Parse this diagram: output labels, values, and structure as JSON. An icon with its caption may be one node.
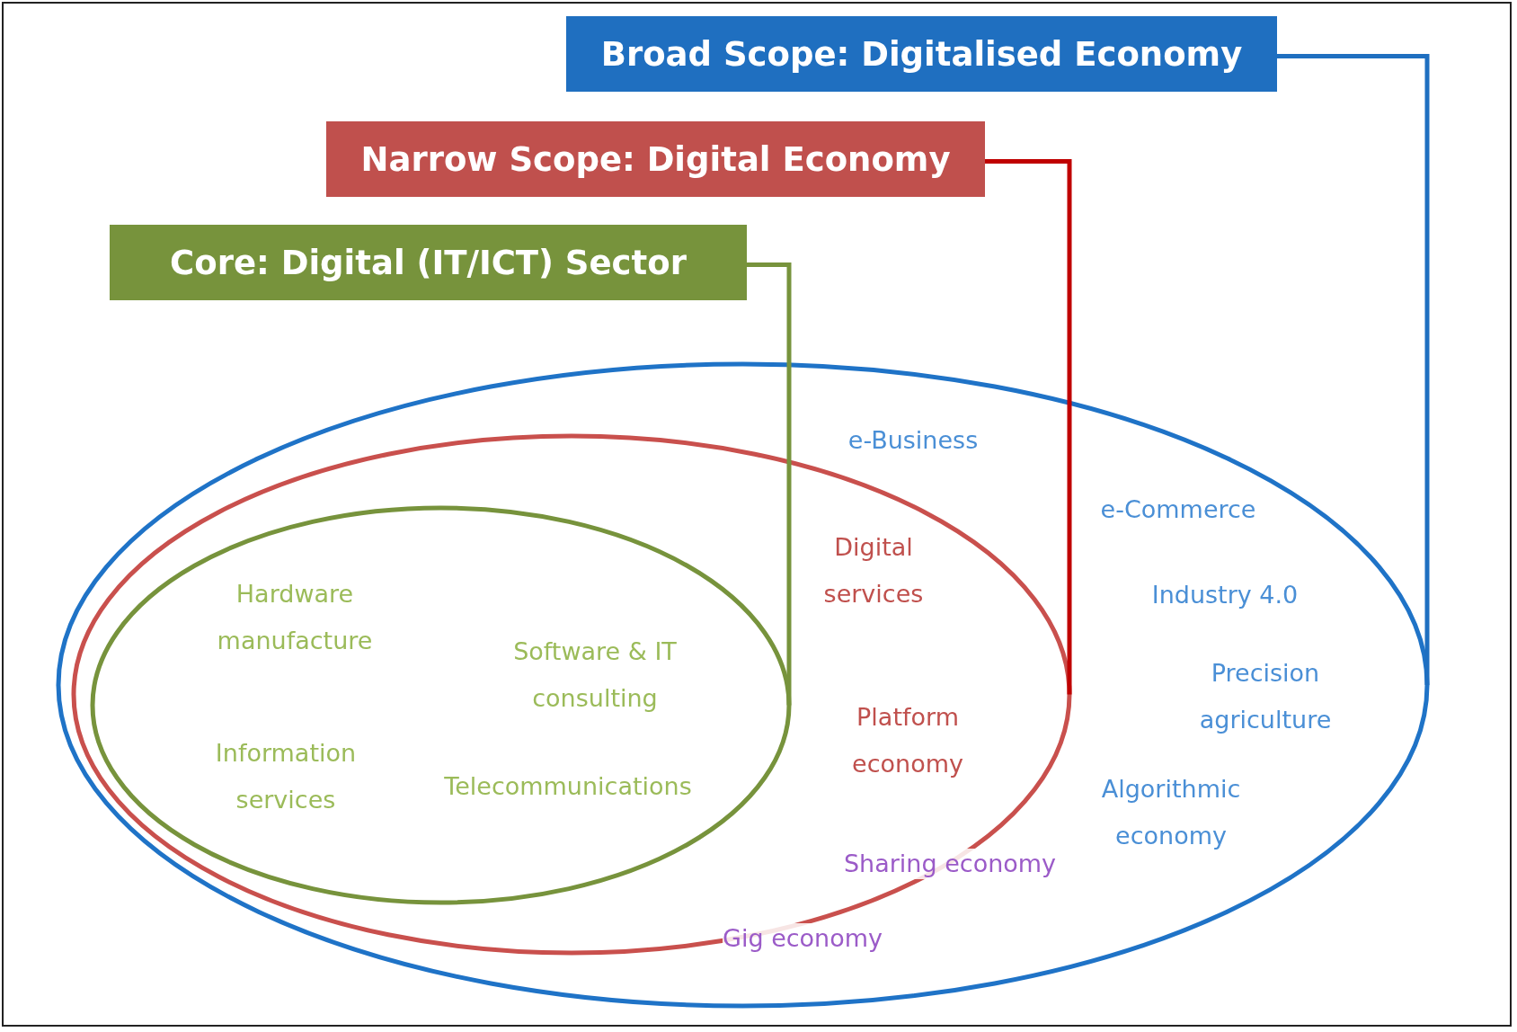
{
  "diagram": {
    "nodes": [
      {
        "text": [
          "Broad Scope: Digitalised Economy"
        ]
      },
      {
        "text": [
          "Narrow Scope: Digital Economy"
        ]
      },
      {
        "text": [
          "Core: Digital (IT/ICT) Sector"
        ]
      },
      {
        "text": [
          "e-Business",
          "e-Commerce",
          "Industry 4.0",
          "Precision agriculture",
          "Algorithmic economy"
        ]
      },
      {
        "text": [
          "Digital services",
          "Platform economy"
        ],
        "in": 3
      },
      {
        "text": [
          "Hardware manufacture",
          "Software & IT consulting",
          "Information services",
          "Telecommunications"
        ],
        "in": 4
      }
    ],
    "edges": [
      {
        "from": 0,
        "to": 3,
        "arrow": "none",
        "color": "#1f6fc0"
      },
      {
        "from": 1,
        "to": 4,
        "arrow": "none",
        "color": "#c00000"
      },
      {
        "from": 2,
        "to": 5,
        "arrow": "none",
        "color": "#77933c"
      }
    ],
    "labels": [
      "Sharing economy",
      "Gig economy"
    ]
  }
}
